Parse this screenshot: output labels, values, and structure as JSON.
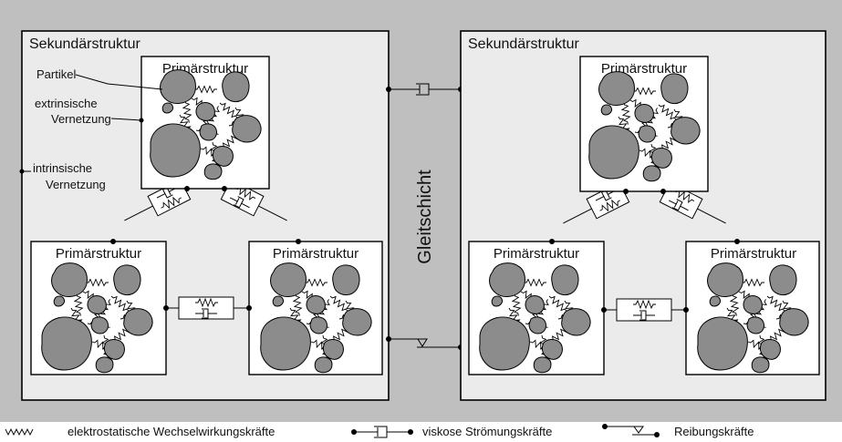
{
  "colors": {
    "background_band": "#bfbfbf",
    "secondary_fill": "#ebebeb",
    "primary_fill": "#ffffff",
    "particle_fill": "#8c8c8c",
    "line": "#000000"
  },
  "left_secondary": {
    "title": "Sekundärstruktur",
    "primaries": [
      {
        "title": "Primärstruktur"
      },
      {
        "title": "Primärstruktur"
      },
      {
        "title": "Primärstruktur"
      }
    ],
    "callouts": {
      "partikel": "Partikel",
      "extrinsic_line1": "extrinsische",
      "extrinsic_line2": "Vernetzung",
      "intrinsic_line1": "intrinsische",
      "intrinsic_line2": "Vernetzung"
    }
  },
  "right_secondary": {
    "title": "Sekundärstruktur",
    "primaries": [
      {
        "title": "Primärstruktur"
      },
      {
        "title": "Primärstruktur"
      },
      {
        "title": "Primärstruktur"
      }
    ]
  },
  "slip_layer": "Gleitschicht",
  "legend": {
    "spring_label": "elektrostatische Wechselwirkungskräfte",
    "damper_label": "viskose Strömungskräfte",
    "friction_label": "Reibungskräfte",
    "spring_icon": "spring-icon",
    "damper_icon": "damper-icon",
    "friction_icon": "friction-icon"
  }
}
